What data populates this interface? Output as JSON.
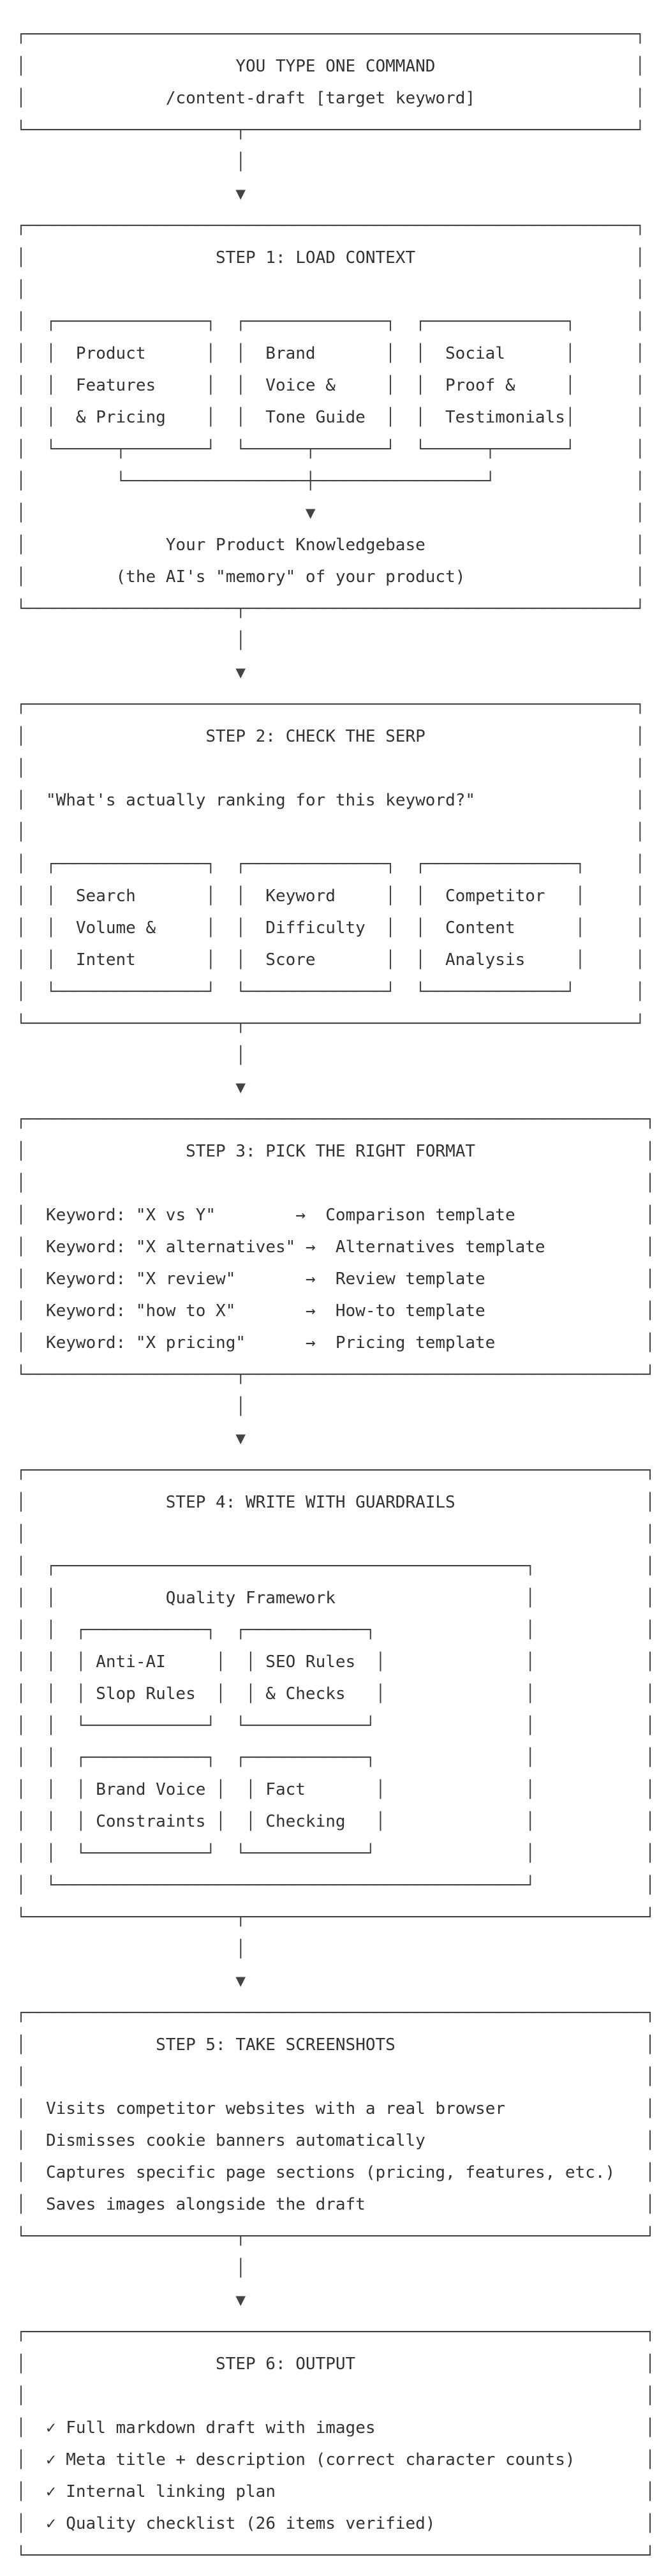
{
  "colors": {
    "text": "#333333",
    "lines": "#444444",
    "background": "#ffffff"
  },
  "flow_arrow_icon": "down-triangle",
  "command_box": {
    "title": "YOU TYPE ONE COMMAND",
    "command": "/content-draft [target keyword]"
  },
  "steps": [
    {
      "title": "STEP 1: LOAD CONTEXT",
      "cards": [
        {
          "lines": [
            "Product",
            "Features",
            "& Pricing"
          ]
        },
        {
          "lines": [
            "Brand",
            "Voice &",
            "Tone Guide"
          ]
        },
        {
          "lines": [
            "Social",
            "Proof &",
            "Testimonials"
          ]
        }
      ],
      "result": {
        "title": "Your Product Knowledgebase",
        "subtitle": "(the AI's \"memory\" of your product)"
      }
    },
    {
      "title": "STEP 2: CHECK THE SERP",
      "question": "\"What's actually ranking for this keyword?\"",
      "cards": [
        {
          "lines": [
            "Search",
            "Volume &",
            "Intent"
          ]
        },
        {
          "lines": [
            "Keyword",
            "Difficulty",
            "Score"
          ]
        },
        {
          "lines": [
            "Competitor",
            "Content",
            "Analysis"
          ]
        }
      ]
    },
    {
      "title": "STEP 3: PICK THE RIGHT FORMAT",
      "mappings": [
        {
          "keyword": "Keyword: \"X vs Y\"",
          "arrow": "→",
          "template": "Comparison template"
        },
        {
          "keyword": "Keyword: \"X alternatives\"",
          "arrow": "→",
          "template": "Alternatives template"
        },
        {
          "keyword": "Keyword: \"X review\"",
          "arrow": "→",
          "template": "Review template"
        },
        {
          "keyword": "Keyword: \"how to X\"",
          "arrow": "→",
          "template": "How-to template"
        },
        {
          "keyword": "Keyword: \"X pricing\"",
          "arrow": "→",
          "template": "Pricing template"
        }
      ]
    },
    {
      "title": "STEP 4: WRITE WITH GUARDRAILS",
      "framework": {
        "title": "Quality Framework",
        "cards": [
          {
            "lines": [
              "Anti-AI",
              "Slop Rules"
            ]
          },
          {
            "lines": [
              "SEO Rules",
              "& Checks"
            ]
          },
          {
            "lines": [
              "Brand Voice",
              "Constraints"
            ]
          },
          {
            "lines": [
              "Fact",
              "Checking"
            ]
          }
        ]
      }
    },
    {
      "title": "STEP 5: TAKE SCREENSHOTS",
      "items": [
        "Visits competitor websites with a real browser",
        "Dismisses cookie banners automatically",
        "Captures specific page sections (pricing, features, etc.)",
        "Saves images alongside the draft"
      ]
    },
    {
      "title": "STEP 6: OUTPUT",
      "items": [
        {
          "check": "✓",
          "text": "Full markdown draft with images"
        },
        {
          "check": "✓",
          "text": "Meta title + description (correct character counts)"
        },
        {
          "check": "✓",
          "text": "Internal linking plan"
        },
        {
          "check": "✓",
          "text": "Quality checklist (26 items verified)"
        }
      ]
    }
  ]
}
